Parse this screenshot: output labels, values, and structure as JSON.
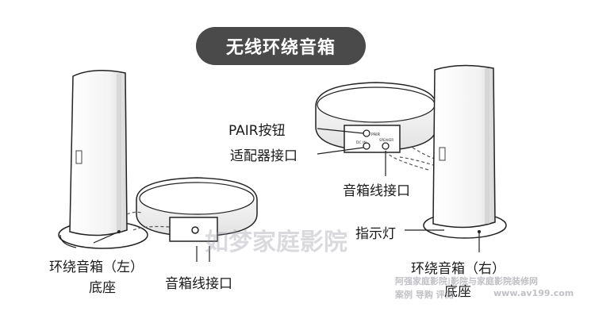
{
  "title": "无线环绕音箱",
  "labels": {
    "left_speaker": "环绕音箱（左）",
    "left_base": "底座",
    "left_cable_port": "音箱线接口",
    "pair_button": "PAIR按钮",
    "adapter_port": "适配器接口",
    "right_cable_port": "音箱线接口",
    "indicator": "指示灯",
    "right_speaker": "环绕音箱（右）",
    "right_base": "底座"
  },
  "port_tiny_labels": {
    "pair": "PAIR",
    "dc_in": "DC IN",
    "speaker": "SPEAKER"
  },
  "watermark": {
    "center": "如梦家庭影院",
    "corner_line1": "阿强家庭影院|影院与家庭影院装修网",
    "corner_line2": "案例 导购 评测",
    "corner_url": "www.av199.com"
  },
  "colors": {
    "title_bg": "#4a4a4a",
    "line": "#222222",
    "fill": "#ffffff",
    "shade": "#e6e6e6"
  }
}
